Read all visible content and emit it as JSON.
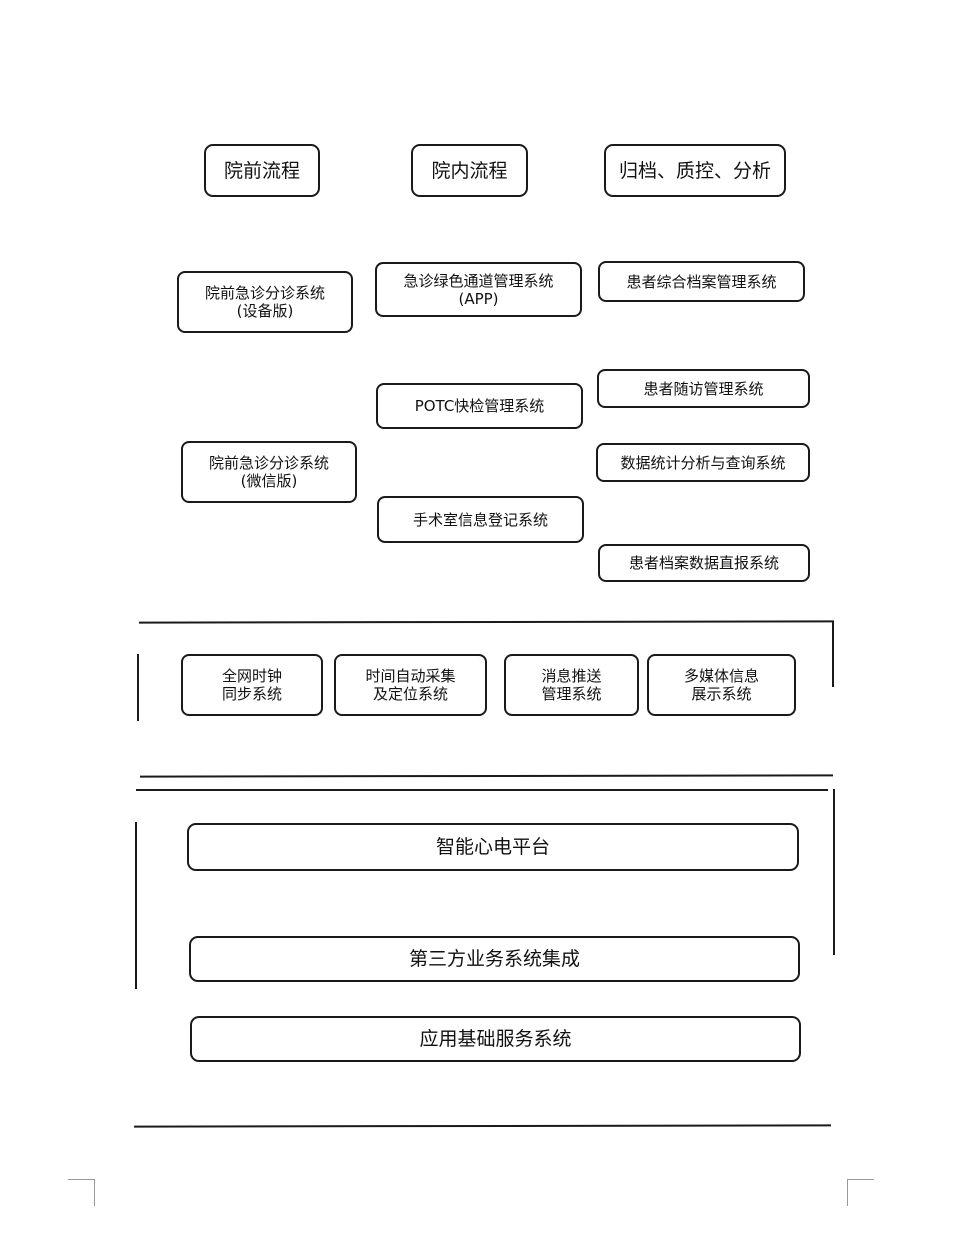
{
  "headers": [
    "院前流程",
    "院内流程",
    "归档、质控、分析"
  ],
  "prehospital": [
    {
      "line1": "院前急诊分诊系统",
      "line2": "(设备版)"
    },
    {
      "line1": "院前急诊分诊系统",
      "line2": "(微信版)"
    }
  ],
  "inhospital": [
    {
      "line1": "急诊绿色通道管理系统",
      "line2": "(APP)"
    },
    {
      "line1": "POTC快检管理系统",
      "line2": ""
    },
    {
      "line1": "手术室信息登记系统",
      "line2": ""
    }
  ],
  "archive": [
    {
      "line1": "患者综合档案管理系统"
    },
    {
      "line1": "患者随访管理系统"
    },
    {
      "line1": "数据统计分析与查询系统"
    },
    {
      "line1": "患者档案数据直报系统"
    }
  ],
  "support": [
    {
      "line1": "全网时钟",
      "line2": "同步系统"
    },
    {
      "line1": "时间自动采集",
      "line2": "及定位系统"
    },
    {
      "line1": "消息推送",
      "line2": "管理系统"
    },
    {
      "line1": "多媒体信息",
      "line2": "展示系统"
    }
  ],
  "platform": [
    "智能心电平台",
    "第三方业务系统集成",
    "应用基础服务系统"
  ]
}
